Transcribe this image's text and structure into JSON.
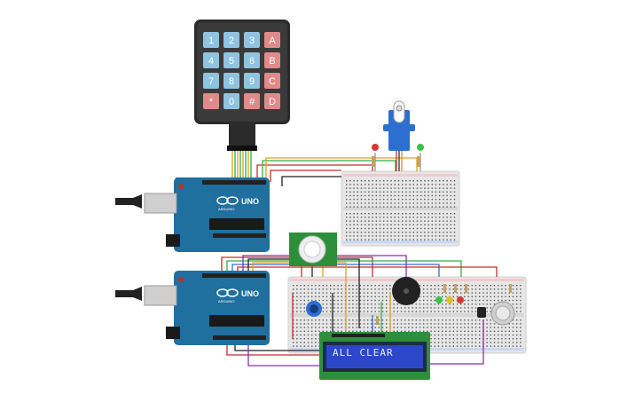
{
  "keypad": {
    "keys": [
      {
        "label": "1",
        "kind": "num"
      },
      {
        "label": "2",
        "kind": "num"
      },
      {
        "label": "3",
        "kind": "num"
      },
      {
        "label": "A",
        "kind": "letter"
      },
      {
        "label": "4",
        "kind": "num"
      },
      {
        "label": "5",
        "kind": "num"
      },
      {
        "label": "6",
        "kind": "num"
      },
      {
        "label": "B",
        "kind": "letter"
      },
      {
        "label": "7",
        "kind": "num"
      },
      {
        "label": "8",
        "kind": "num"
      },
      {
        "label": "9",
        "kind": "num"
      },
      {
        "label": "C",
        "kind": "letter"
      },
      {
        "label": "*",
        "kind": "letter"
      },
      {
        "label": "0",
        "kind": "num"
      },
      {
        "label": "#",
        "kind": "letter"
      },
      {
        "label": "D",
        "kind": "letter"
      }
    ]
  },
  "arduino_top": {
    "model": "UNO",
    "brand": "ARDUINO"
  },
  "arduino_bottom": {
    "model": "UNO",
    "brand": "ARDUINO"
  },
  "lcd": {
    "text": "ALL CLEAR"
  },
  "colors": {
    "board": "#1f6f9f",
    "breadboard": "#e9e9e9",
    "keypad_body": "#2b2b2b",
    "key_num": "#8fc3df",
    "key_letter": "#e08a8a",
    "lcd_pcb": "#2e8f3a",
    "lcd_screen": "#2d47c9"
  }
}
